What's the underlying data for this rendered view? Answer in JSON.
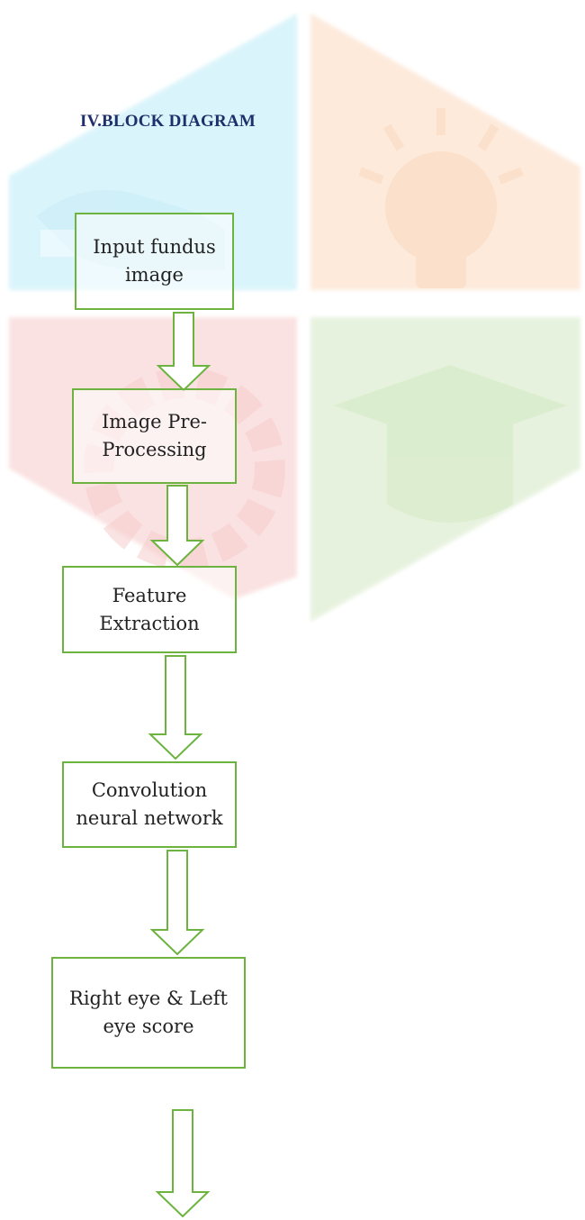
{
  "heading": "IV.BLOCK DIAGRAM",
  "colors": {
    "border": "#6db33f",
    "heading": "#1f2f6b",
    "text": "#222222"
  },
  "blocks": [
    {
      "line1": "Input fundus",
      "line2": "image"
    },
    {
      "line1": "Image Pre-",
      "line2": "Processing"
    },
    {
      "line1": "Feature",
      "line2": "Extraction"
    },
    {
      "line1": "Convolution",
      "line2": "neural network"
    },
    {
      "line1": "Right eye & Left",
      "line2": "eye score"
    }
  ],
  "watermark_icons": [
    "handshake-icon",
    "lightbulb-icon",
    "gear-icon",
    "graduation-cap-icon"
  ]
}
